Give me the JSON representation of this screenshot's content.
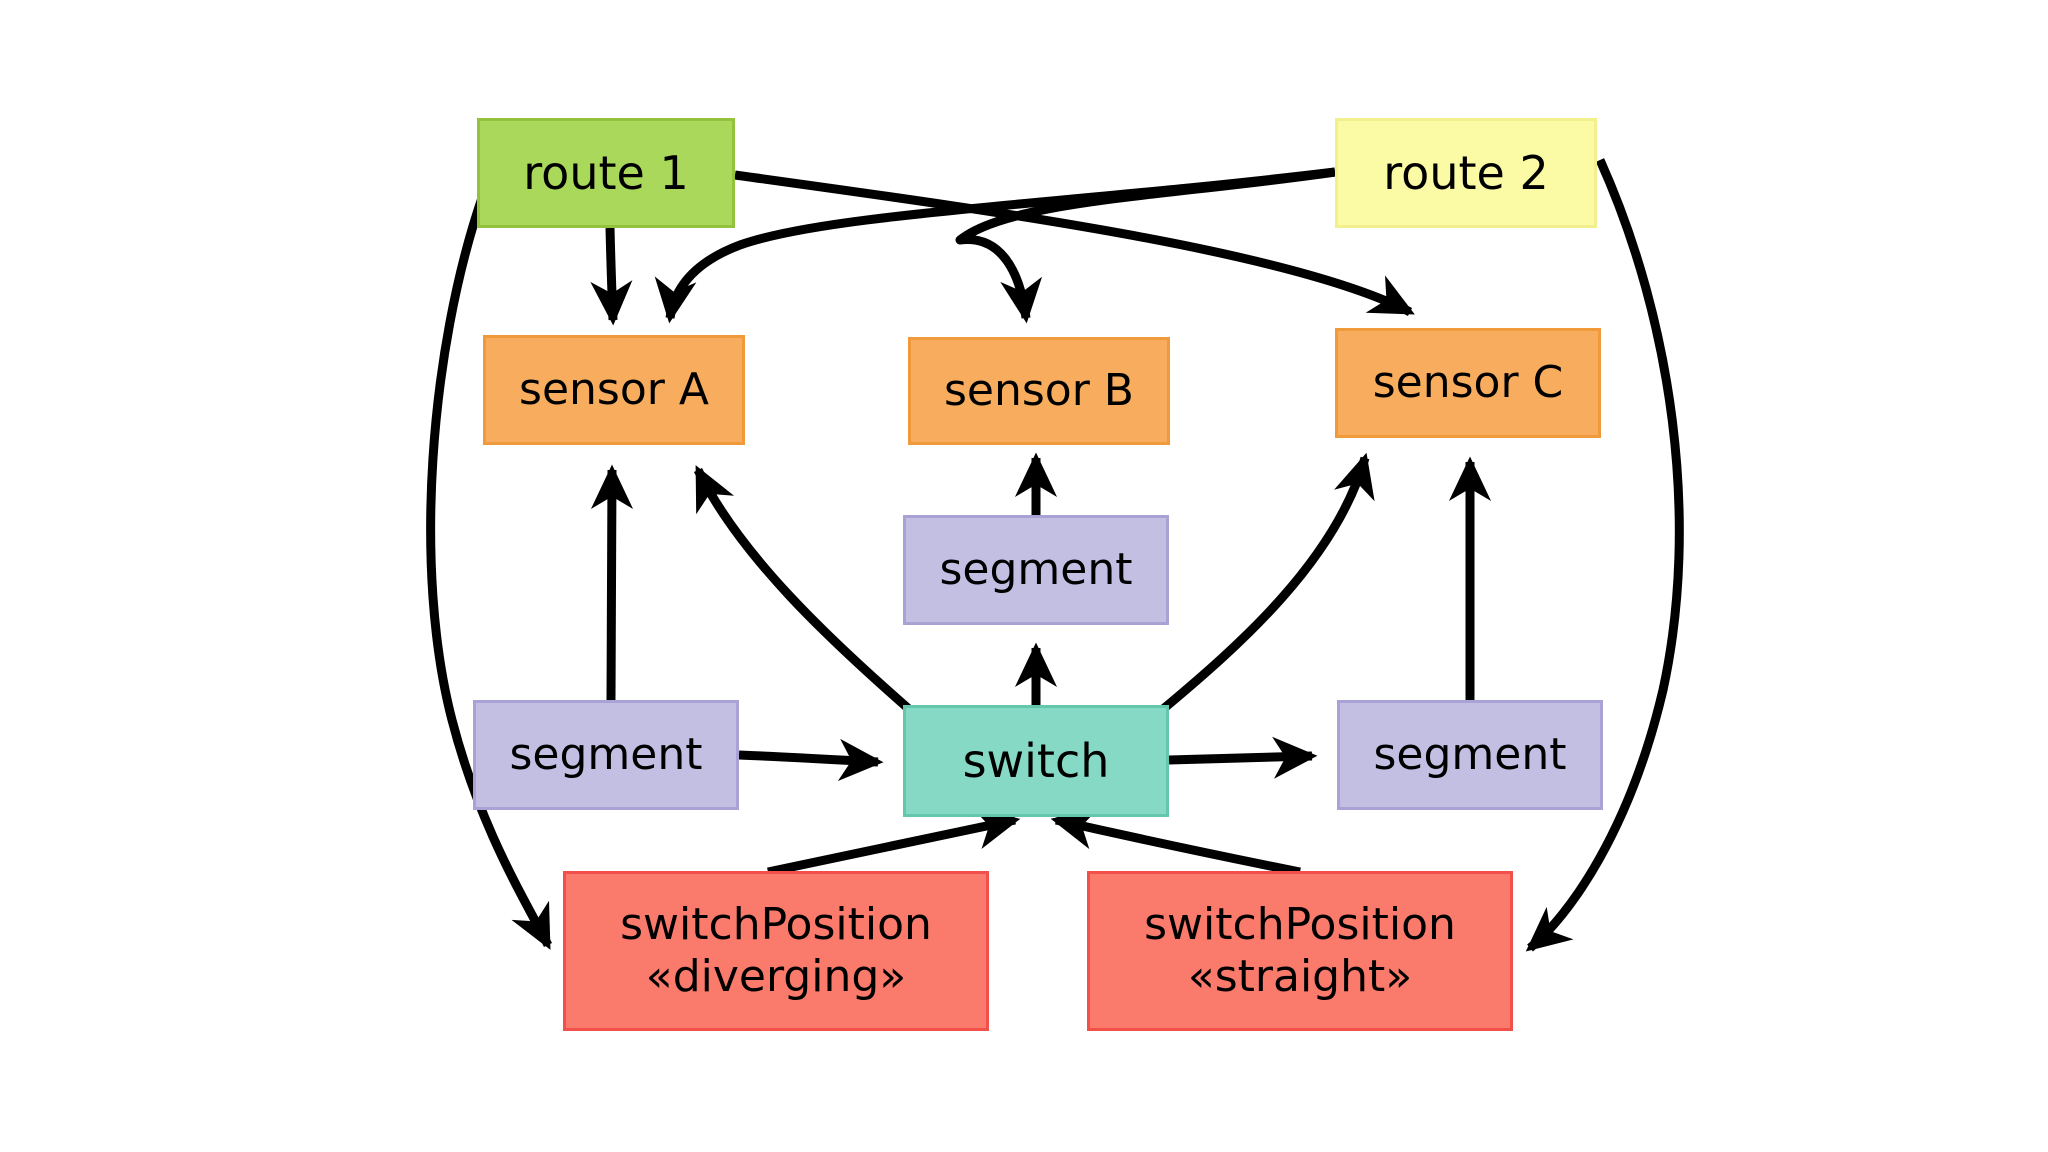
{
  "diagram": {
    "title": "railway route / switch object diagram",
    "background_color": "#ffffff",
    "edge_color": "#000000"
  },
  "nodes": [
    {
      "id": "route1",
      "label": "route 1",
      "fill": "#a9d85a",
      "stroke": "#94c23f"
    },
    {
      "id": "route2",
      "label": "route 2",
      "fill": "#fbfaa5",
      "stroke": "#f2ef8d"
    },
    {
      "id": "sensorA",
      "label": "sensor A",
      "fill": "#f8ad5e",
      "stroke": "#f09a3c"
    },
    {
      "id": "sensorB",
      "label": "sensor B",
      "fill": "#f8ad5e",
      "stroke": "#f09a3c"
    },
    {
      "id": "sensorC",
      "label": "sensor C",
      "fill": "#f8ad5e",
      "stroke": "#f09a3c"
    },
    {
      "id": "segmentMid",
      "label": "segment",
      "fill": "#c3bfe3",
      "stroke": "#a9a2d4"
    },
    {
      "id": "segmentLeft",
      "label": "segment",
      "fill": "#c3bfe3",
      "stroke": "#a9a2d4"
    },
    {
      "id": "segmentRight",
      "label": "segment",
      "fill": "#c3bfe3",
      "stroke": "#a9a2d4"
    },
    {
      "id": "switch",
      "label": "switch",
      "fill": "#86d9c4",
      "stroke": "#63c6ad"
    },
    {
      "id": "spDiverging",
      "label": "switchPosition\n«diverging»",
      "fill": "#fa7a6b",
      "stroke": "#f2504a"
    },
    {
      "id": "spStraight",
      "label": "switchPosition\n«straight»",
      "fill": "#fa7a6b",
      "stroke": "#f2504a"
    }
  ],
  "edges": [
    {
      "id": "e1",
      "from": "route1",
      "to": "sensorA",
      "arrow": true
    },
    {
      "id": "e2",
      "from": "route1",
      "to": "sensorC",
      "arrow": true
    },
    {
      "id": "e3",
      "from": "route1",
      "to": "spDiverging",
      "arrow": true
    },
    {
      "id": "e4",
      "from": "route2",
      "to": "sensorA",
      "arrow": true
    },
    {
      "id": "e5",
      "from": "route2",
      "to": "sensorB",
      "arrow": true
    },
    {
      "id": "e6",
      "from": "route2",
      "to": "spStraight",
      "arrow": true
    },
    {
      "id": "e7",
      "from": "segmentLeft",
      "to": "sensorA",
      "arrow": true
    },
    {
      "id": "e8",
      "from": "switch",
      "to": "sensorA",
      "arrow": true
    },
    {
      "id": "e9",
      "from": "segmentMid",
      "to": "sensorB",
      "arrow": true
    },
    {
      "id": "e10",
      "from": "switch",
      "to": "segmentMid",
      "arrow": true
    },
    {
      "id": "e11",
      "from": "switch",
      "to": "sensorC",
      "arrow": true
    },
    {
      "id": "e12",
      "from": "segmentRight",
      "to": "sensorC",
      "arrow": true
    },
    {
      "id": "e13",
      "from": "segmentLeft",
      "to": "switch",
      "arrow": true
    },
    {
      "id": "e14",
      "from": "switch",
      "to": "segmentRight",
      "arrow": true
    },
    {
      "id": "e15",
      "from": "spDiverging",
      "to": "switch",
      "arrow": true
    },
    {
      "id": "e16",
      "from": "spStraight",
      "to": "switch",
      "arrow": true
    }
  ]
}
